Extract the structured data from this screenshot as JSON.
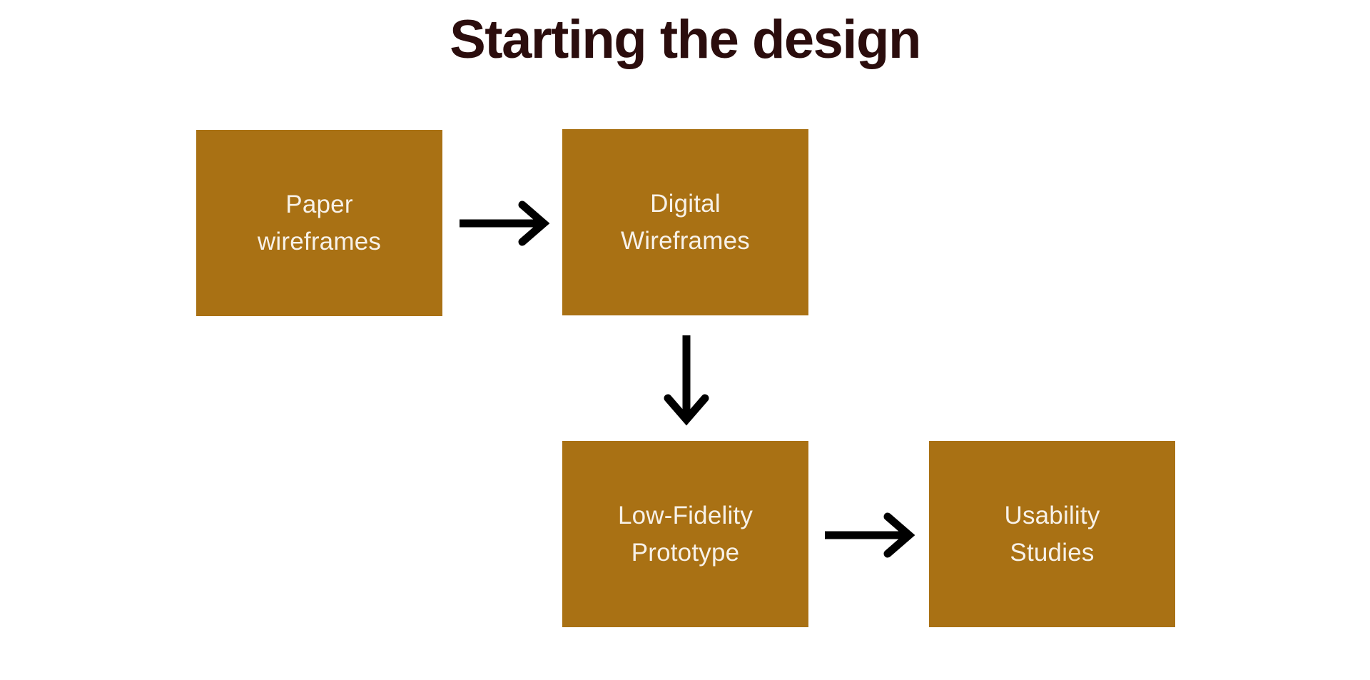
{
  "slide": {
    "title": "Starting the design",
    "background_color": "#ffffff",
    "title_color": "#2b0d0d"
  },
  "theme": {
    "box_fill": "#a97114",
    "box_text_color": "#f7f1e8",
    "arrow_color": "#000000"
  },
  "diagram": {
    "type": "flowchart",
    "nodes": [
      {
        "id": "paper-wireframes",
        "label": "Paper\nwireframes"
      },
      {
        "id": "digital-wireframes",
        "label": "Digital\nWireframes"
      },
      {
        "id": "lofi-prototype",
        "label": "Low-Fidelity\nPrototype"
      },
      {
        "id": "usability-studies",
        "label": "Usability\nStudies"
      }
    ],
    "connectors": [
      {
        "id": "paper-to-digital",
        "icon": "arrow-right-icon",
        "from": "paper-wireframes",
        "to": "digital-wireframes"
      },
      {
        "id": "digital-to-lofi",
        "icon": "arrow-down-icon",
        "from": "digital-wireframes",
        "to": "lofi-prototype"
      },
      {
        "id": "lofi-to-usability",
        "icon": "arrow-right-icon",
        "from": "lofi-prototype",
        "to": "usability-studies"
      }
    ]
  }
}
